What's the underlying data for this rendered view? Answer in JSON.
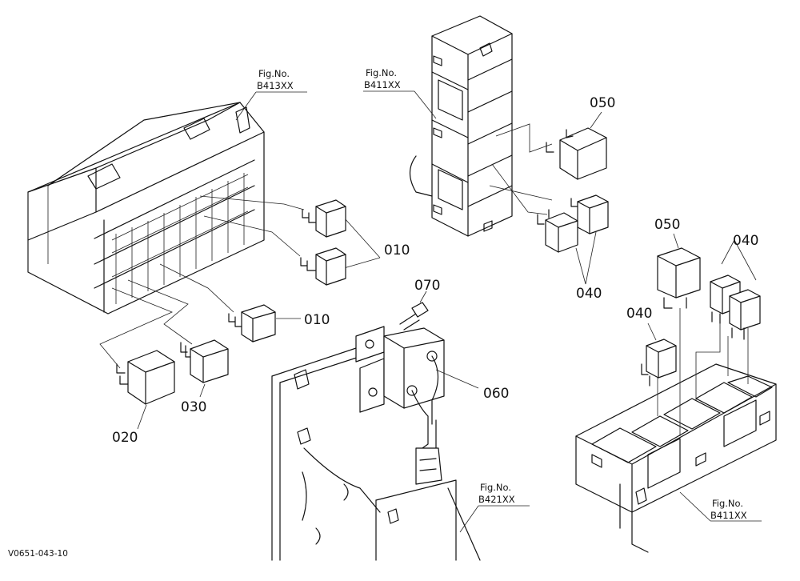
{
  "figure_refs": {
    "b413": {
      "line1": "Fig.No.",
      "line2": "B413XX"
    },
    "b411_top": {
      "line1": "Fig.No.",
      "line2": "B411XX"
    },
    "b421": {
      "line1": "Fig.No.",
      "line2": "B421XX"
    },
    "b411_bottom": {
      "line1": "Fig.No.",
      "line2": "B411XX"
    }
  },
  "part_numbers": {
    "p010_upper": "010",
    "p010_lower": "010",
    "p020": "020",
    "p030": "030",
    "p040_top": "040",
    "p040_right": "040",
    "p040_left": "040",
    "p050_top": "050",
    "p050_right": "050",
    "p060": "060",
    "p070": "070"
  },
  "drawing_id": "V0651-043-10"
}
